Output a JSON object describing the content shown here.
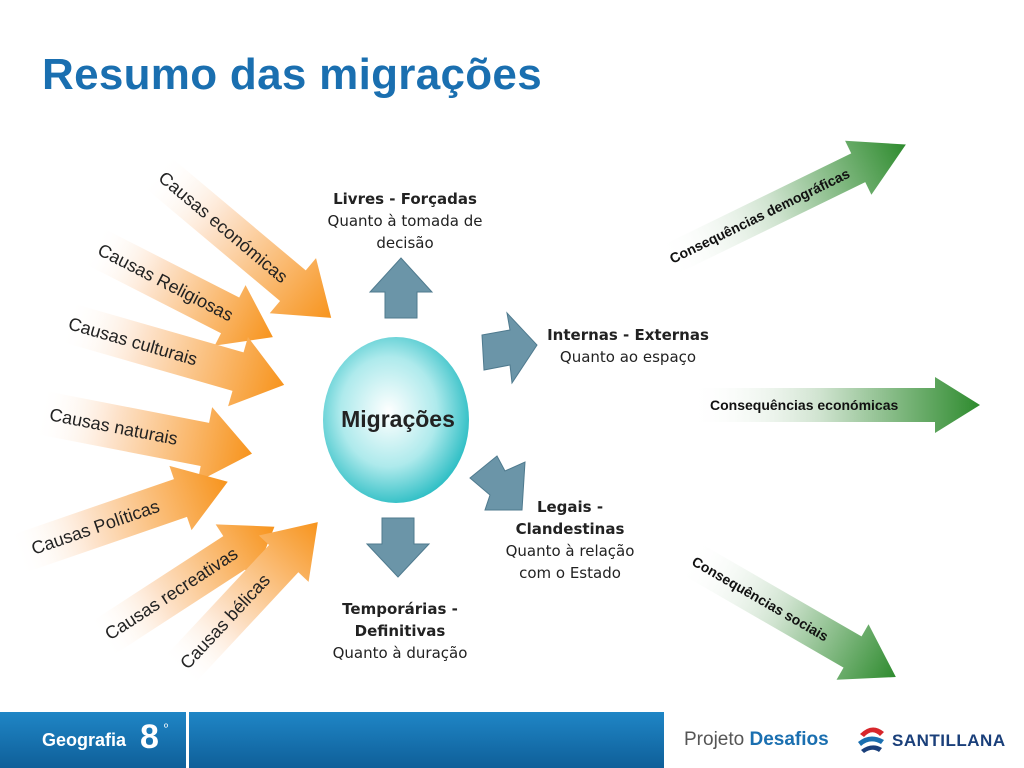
{
  "title": "Resumo das migrações",
  "center": {
    "label": "Migrações"
  },
  "causes": [
    "Causas económicas",
    "Causas Religiosas",
    "Causas culturais",
    "Causas naturais",
    "Causas Políticas",
    "Causas recreativas",
    "Causas bélicas"
  ],
  "classifications": {
    "top": {
      "title": "Livres - Forçadas",
      "desc": "Quanto à tomada de decisão"
    },
    "right": {
      "title": "Internas - Externas",
      "desc": "Quanto ao espaço"
    },
    "lower_right": {
      "title_line1": "Legais -",
      "title_line2": "Clandestinas",
      "desc_line1": "Quanto à relação",
      "desc_line2": "com o Estado"
    },
    "bottom": {
      "title_line1": "Temporárias -",
      "title_line2": "Definitivas",
      "desc": "Quanto à duração"
    }
  },
  "consequences": [
    "Consequências demográficas",
    "Consequências económicas",
    "Consequências sociais"
  ],
  "footer": {
    "subject": "Geografia",
    "grade": "8",
    "grade_suffix": "º",
    "project_prefix": "Projeto",
    "project_name": "Desafios",
    "publisher": "SANTILLANA"
  },
  "colors": {
    "title": "#1a6fb0",
    "cause_arrow": "#f7941d",
    "consequence_arrow": "#2e8b2e",
    "block_arrow": "#6b95a8",
    "center_circle": "#28c1c8",
    "footer": "#1a78b8"
  }
}
